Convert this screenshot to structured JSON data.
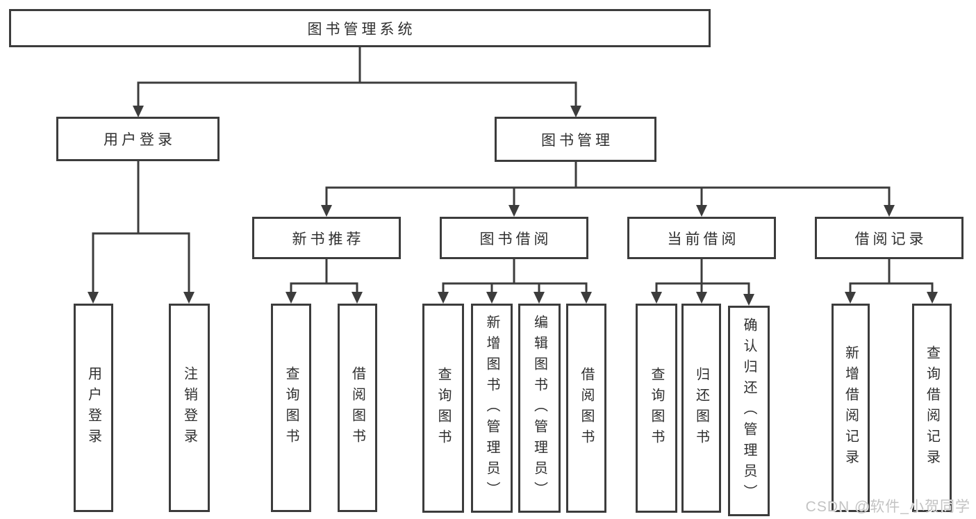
{
  "diagram": {
    "type": "hierarchy-tree",
    "tree": {
      "label": "图书管理系统",
      "children": [
        {
          "label": "用户登录",
          "children": [
            {
              "label": "用户登录"
            },
            {
              "label": "注销登录"
            }
          ]
        },
        {
          "label": "图书管理",
          "children": [
            {
              "label": "新书推荐",
              "children": [
                {
                  "label": "查询图书"
                },
                {
                  "label": "借阅图书"
                }
              ]
            },
            {
              "label": "图书借阅",
              "children": [
                {
                  "label": "查询图书"
                },
                {
                  "label": "新增图书（管理员）"
                },
                {
                  "label": "编辑图书（管理员）"
                },
                {
                  "label": "借阅图书"
                }
              ]
            },
            {
              "label": "当前借阅",
              "children": [
                {
                  "label": "查询图书"
                },
                {
                  "label": "归还图书"
                },
                {
                  "label": "确认归还（管理员）"
                }
              ]
            },
            {
              "label": "借阅记录",
              "children": [
                {
                  "label": "新增借阅记录"
                },
                {
                  "label": "查询借阅记录"
                }
              ]
            }
          ]
        }
      ]
    }
  },
  "watermark": {
    "text": "CSDN @软件_小贺同学"
  },
  "colors": {
    "line": "#3c3c3c",
    "text": "#2f2f2f",
    "watermark": "#c3c3c3",
    "background": "#ffffff"
  }
}
